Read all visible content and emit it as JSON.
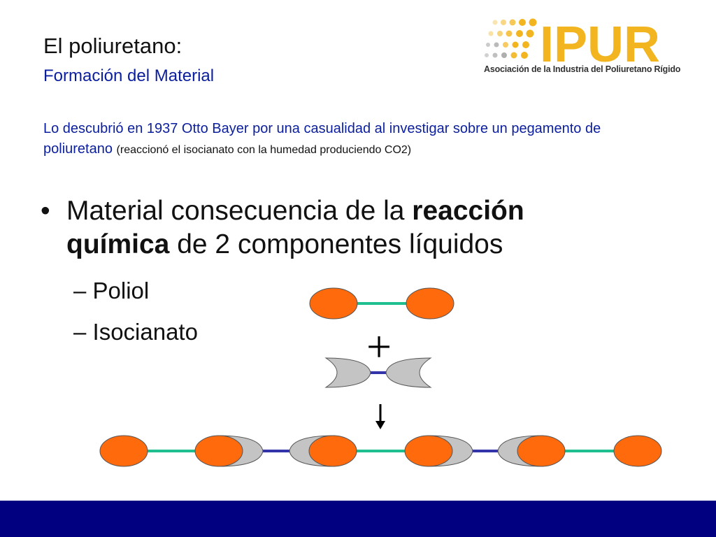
{
  "slide": {
    "title": "El poliuretano:",
    "subtitle": "Formación del Material",
    "intro_main": "Lo descubrió en 1937 Otto Bayer por una casualidad al investigar sobre un pegamento de poliuretano",
    "intro_small": "(reaccionó el isocianato con la humedad produciendo CO2)",
    "bullet": {
      "marker": "•",
      "part1": "Material consecuencia de la ",
      "bold1": "reacción química",
      "part2": " de 2 componentes líquidos"
    },
    "sub_items": [
      "– Poliol",
      "– Isocianato"
    ]
  },
  "logo": {
    "wordmark": "IPUR",
    "tagline": "Asociación de la Industria del Poliuretano Rígido"
  },
  "diagram": {
    "plus": "+",
    "arrow": "↓"
  },
  "colors": {
    "title_blue": "#0b1e9e",
    "orange": "#ff6a0d",
    "green": "#1fbf8f",
    "purple": "#3333aa",
    "gray": "#c4c4c4",
    "footer": "#000080",
    "logo_yellow": "#f2b51f",
    "logo_gray": "#8c8c8c"
  }
}
